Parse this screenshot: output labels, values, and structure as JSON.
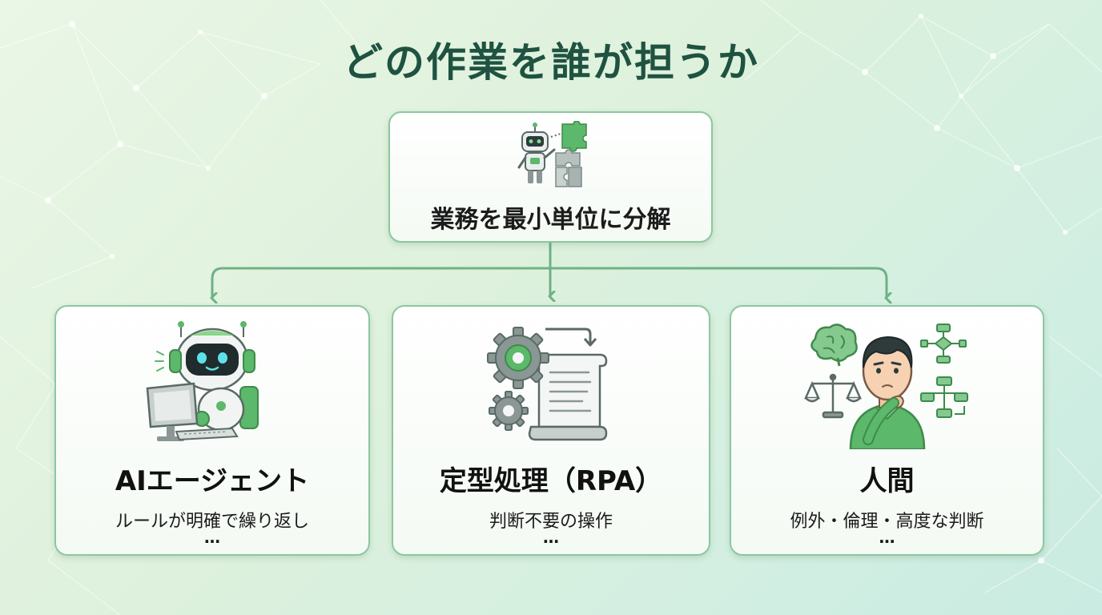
{
  "title": "どの作業を誰が担うか",
  "top_box": {
    "label": "業務を最小単位に分解",
    "icon": "robot-puzzle-icon"
  },
  "branches": [
    {
      "id": "ai",
      "title": "AIエージェント",
      "description": "ルールが明確で繰り返し",
      "ellipsis": "…",
      "icon": "robot-computer-icon"
    },
    {
      "id": "rpa",
      "title": "定型処理（RPA）",
      "description": "判断不要の操作",
      "ellipsis": "…",
      "icon": "gears-document-icon"
    },
    {
      "id": "human",
      "title": "人間",
      "description": "例外・倫理・高度な判断",
      "ellipsis": "…",
      "icon": "thinking-person-icon"
    }
  ],
  "colors": {
    "title": "#1f5241",
    "accent_green": "#5cb86a",
    "connector": "#6fb185",
    "card_border": "#8cc79f"
  }
}
